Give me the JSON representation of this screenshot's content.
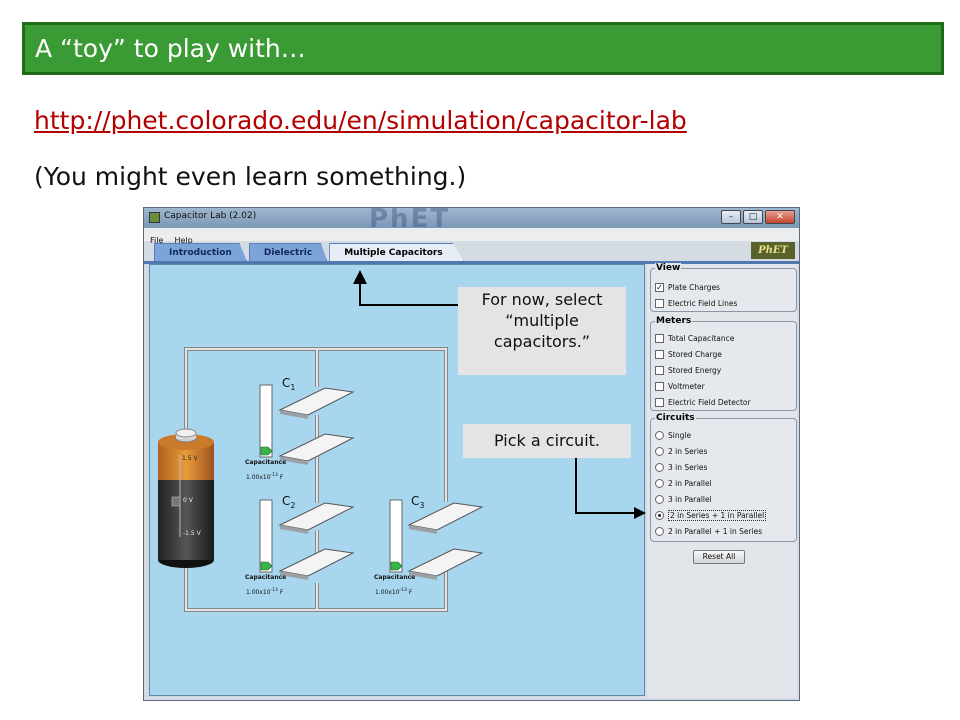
{
  "slide": {
    "title": "A “toy” to play with…",
    "url": "http://phet.colorado.edu/en/simulation/capacitor-lab",
    "note": "(You might even learn something.)"
  },
  "window": {
    "title": "Capacitor Lab (2.02)",
    "controls": [
      "–",
      "□",
      "✕"
    ],
    "menu": [
      "File",
      "Help"
    ],
    "tabs": [
      "Introduction",
      "Dielectric",
      "Multiple Capacitors"
    ],
    "active_tab": "Multiple Capacitors",
    "logo": "PhET"
  },
  "battery": {
    "top_label": "1.5 V",
    "mid_label": "0 V",
    "bottom_label": "-1.5 V"
  },
  "capacitors": [
    {
      "name": "C",
      "sub": "1",
      "meter_label": "Capacitance",
      "value": "1.00x10",
      "exp": "-13",
      "unit": "F"
    },
    {
      "name": "C",
      "sub": "2",
      "meter_label": "Capacitance",
      "value": "1.00x10",
      "exp": "-13",
      "unit": "F"
    },
    {
      "name": "C",
      "sub": "3",
      "meter_label": "Capacitance",
      "value": "1.00x10",
      "exp": "-13",
      "unit": "F"
    }
  ],
  "panel": {
    "view": {
      "title": "View",
      "items": [
        {
          "label": "Plate Charges",
          "checked": true
        },
        {
          "label": "Electric Field Lines",
          "checked": false
        }
      ]
    },
    "meters": {
      "title": "Meters",
      "items": [
        {
          "label": "Total Capacitance",
          "checked": false
        },
        {
          "label": "Stored Charge",
          "checked": false
        },
        {
          "label": "Stored Energy",
          "checked": false
        },
        {
          "label": "Voltmeter",
          "checked": false
        },
        {
          "label": "Electric Field Detector",
          "checked": false
        }
      ]
    },
    "circuits": {
      "title": "Circuits",
      "items": [
        "Single",
        "2 in Series",
        "3 in Series",
        "2 in Parallel",
        "3 in Parallel",
        "2 in Series + 1 in Parallel",
        "2 in Parallel + 1 in Series"
      ],
      "selected": "2 in Series + 1 in Parallel"
    },
    "reset_label": "Reset All"
  },
  "callouts": {
    "select_tab": "For now, select “multiple capacitors.”",
    "pick_circuit": "Pick a circuit."
  },
  "colors": {
    "title_bar": "#3a9a33",
    "link": "#b30000",
    "play_area": "#a8d6ee",
    "tab": "#7ca4d9"
  }
}
